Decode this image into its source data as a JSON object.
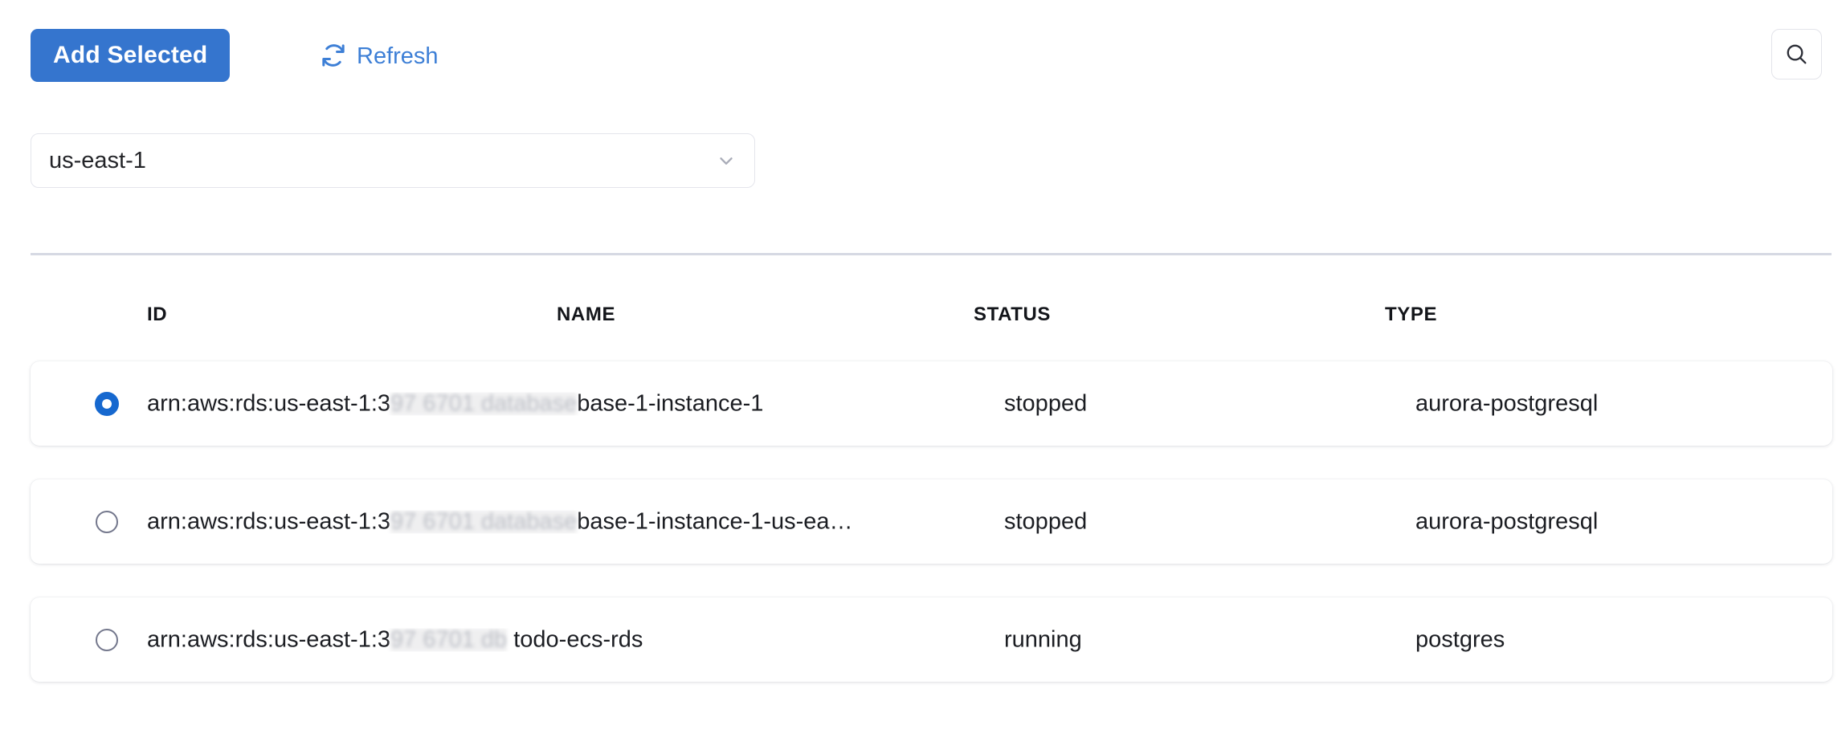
{
  "toolbar": {
    "add_selected_label": "Add Selected",
    "refresh_label": "Refresh",
    "refresh_icon": "refresh-icon",
    "search_icon": "search-icon",
    "accent_color": "#3575ce",
    "link_color": "#3d7fd6"
  },
  "region_select": {
    "value": "us-east-1",
    "chevron_icon": "chevron-down-icon"
  },
  "table": {
    "columns": [
      "ID",
      "NAME",
      "STATUS",
      "TYPE"
    ],
    "rows": [
      {
        "selected": true,
        "id_prefix": "arn:aws:rds:us-east-1:3",
        "id_redacted": "97 6701 database",
        "id_suffix": "base-1-instance-1",
        "name": "",
        "status": "stopped",
        "type": "aurora-postgresql"
      },
      {
        "selected": false,
        "id_prefix": "arn:aws:rds:us-east-1:3",
        "id_redacted": "97 6701 database",
        "id_suffix": "base-1-instance-1-us-ea…",
        "name": "",
        "status": "stopped",
        "type": "aurora-postgresql"
      },
      {
        "selected": false,
        "id_prefix": "arn:aws:rds:us-east-1:3",
        "id_redacted": "97 6701 db",
        "id_suffix": " todo-ecs-rds",
        "name": "",
        "status": "running",
        "type": "postgres"
      }
    ]
  }
}
